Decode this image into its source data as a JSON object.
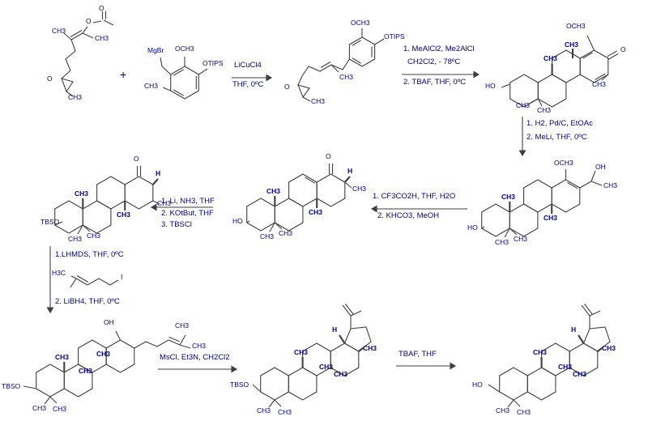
{
  "scheme": {
    "background": "#ffffff",
    "line_color": "#3f3f3f",
    "text_color": "#00008b",
    "plus": "+"
  },
  "steps": {
    "step1": {
      "above": "LiCuCl4",
      "below": "THF, 0ºC"
    },
    "step2": {
      "above1": "1. MeAlCl2, Me2AlCl",
      "above2": "CH2Cl2, - 78ºC",
      "below1": "2. TBAF, THF, 0ºC"
    },
    "step3": {
      "line1": "1. H2, Pd/C, EtOAc",
      "line2": "2. MeLi, THF, 0ºC"
    },
    "step4": {
      "above": "1. CF3CO2H, THF, H2O",
      "below": "2. KHCO3, MeOH"
    },
    "step5": {
      "line1": "1. Li, NH3, THF",
      "line2": "2. KOtBut, THF",
      "line3": "3. TBSCl"
    },
    "step6": {
      "line1": "1.LHMDS, THF, 0ºC",
      "line2": "2. LiBH4, THF, 0ºC"
    },
    "step7": {
      "above": "MsCl, Et3N, CH2Cl2"
    },
    "step8": {
      "above": "TBAF, THF"
    }
  },
  "structures": {
    "s1": {
      "o_carbonyl": "O",
      "o_ester": "O",
      "ch3_a": "CH3",
      "ch3_b": "CH3",
      "o_epoxide": "O",
      "ch3_epoxide": "CH3"
    },
    "s2": {
      "mgbr": "MgBr",
      "och3": "OCH3",
      "otips": "OTIPS",
      "ch3": "CH3"
    },
    "s3": {
      "och3": "OCH3",
      "otips": "OTIPS",
      "ch3_a": "CH3",
      "o_epoxide": "O",
      "ch3_epoxide": "CH3"
    },
    "s4": {
      "och3": "OCH3",
      "o": "O",
      "ch3_ang1": "CH3",
      "ch3_ang2": "CH3",
      "ch3_d": "CH3",
      "ho": "HO",
      "ch3_gem1": "CH3",
      "ch3_gem2": "CH3"
    },
    "s5": {
      "o": "O",
      "h": "H",
      "ch3_d": "CH3",
      "ch3_ang1": "CH3",
      "ch3_ang2": "CH3",
      "tbso": "TBSO",
      "ch3_gem1": "CH3",
      "ch3_gem2": "CH3"
    },
    "iodide": {
      "h3c": "H3C",
      "i": "I"
    },
    "s6": {
      "o": "O",
      "h": "H",
      "ch3_d": "CH3",
      "ch3_ang1": "CH3",
      "ch3_ang2": "CH3",
      "ho": "HO",
      "ch3_gem1": "CH3",
      "ch3_gem2": "CH3"
    },
    "s7": {
      "och3": "OCH3",
      "oh": "OH",
      "ch3_c": "CH3",
      "ch3_ang1": "CH3",
      "ch3_ang2": "CH3",
      "ho": "HO",
      "ch3_gem1": "CH3",
      "ch3_gem2": "CH3"
    },
    "s8": {
      "oh": "OH",
      "ch3_pren1": "CH3",
      "ch3_pren2": "CH3",
      "ch3_ang1": "CH3",
      "ch3_ang2": "CH3",
      "ch3_ang3": "CH3",
      "tbso": "TBSO",
      "ch3_gem1": "CH3",
      "ch3_gem2": "CH3"
    },
    "s9": {
      "h": "H",
      "ch3_e": "CH3",
      "ch3_ang1": "CH3",
      "ch3_ang2": "CH3",
      "ch3_ang3": "CH3",
      "tbso": "TBSO",
      "ch3_gem1": "CH3",
      "ch3_gem2": "CH3"
    },
    "s10": {
      "h": "H",
      "ch3_e": "CH3",
      "ch3_ang1": "CH3",
      "ch3_ang2": "CH3",
      "ch3_ang3": "CH3",
      "ho": "HO",
      "ch3_gem1": "CH3",
      "ch3_gem2": "CH3"
    }
  }
}
